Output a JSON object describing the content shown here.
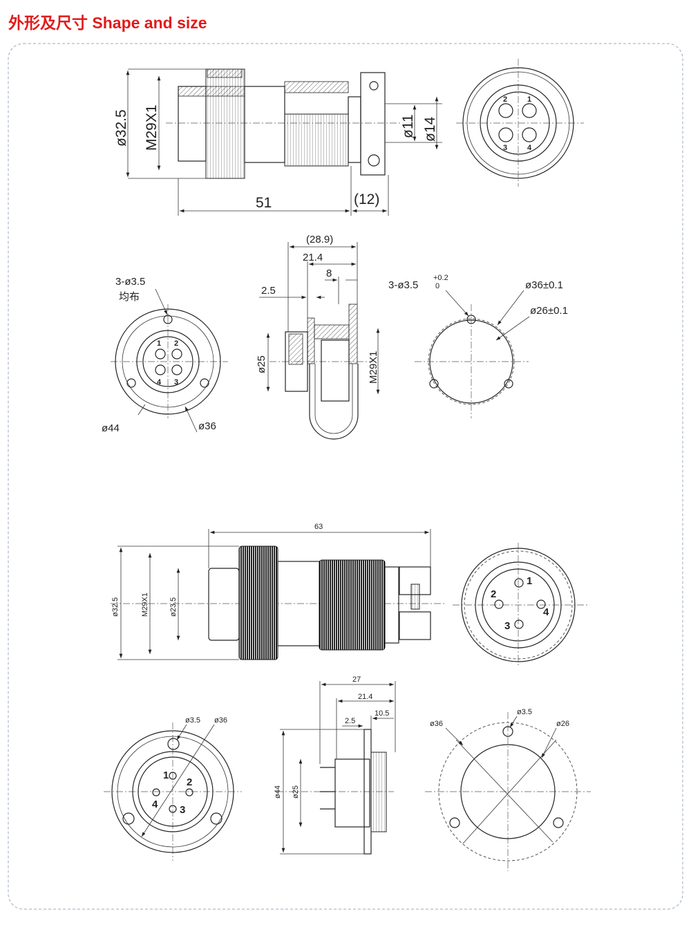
{
  "title": "外形及尺寸 Shape and size",
  "view1": {
    "dia_outer": "ø32.5",
    "thread": "M29X1",
    "length": "51",
    "cable_len": "(12)",
    "dia_cable_min": "ø11",
    "dia_cable_max": "ø14",
    "pins": [
      "1",
      "2",
      "3",
      "4"
    ]
  },
  "view2": {
    "holes": "3-ø3.5",
    "holes_note": "均布",
    "dia_flange": "ø44",
    "dia_pcd": "ø36",
    "total": "(28.9)",
    "len_a": "21.4",
    "len_b": "8",
    "len_c": "2.5",
    "dia_body": "ø25",
    "thread": "M29X1",
    "pins": [
      "1",
      "2",
      "3",
      "4"
    ],
    "cutout_holes": "3-ø3.5",
    "tol_upper": "+0.2",
    "tol_lower": "0",
    "cutout_pcd": "ø36±0.1",
    "cutout_dia": "ø26±0.1"
  },
  "view3": {
    "length": "63",
    "dia_outer": "ø32.5",
    "thread": "M29X1",
    "dia_inner": "ø23.5",
    "pins": [
      "1",
      "2",
      "3",
      "4"
    ]
  },
  "view4": {
    "total": "27",
    "len_a": "21.4",
    "len_b": "10.5",
    "len_c": "2.5",
    "dia_flange": "ø44",
    "dia_body": "ø25",
    "hole": "ø3.5",
    "pcd": "ø36",
    "pins": [
      "1",
      "2",
      "3",
      "4"
    ],
    "cutout_pcd": "ø36",
    "cutout_hole": "ø3.5",
    "cutout_dia": "ø26"
  }
}
